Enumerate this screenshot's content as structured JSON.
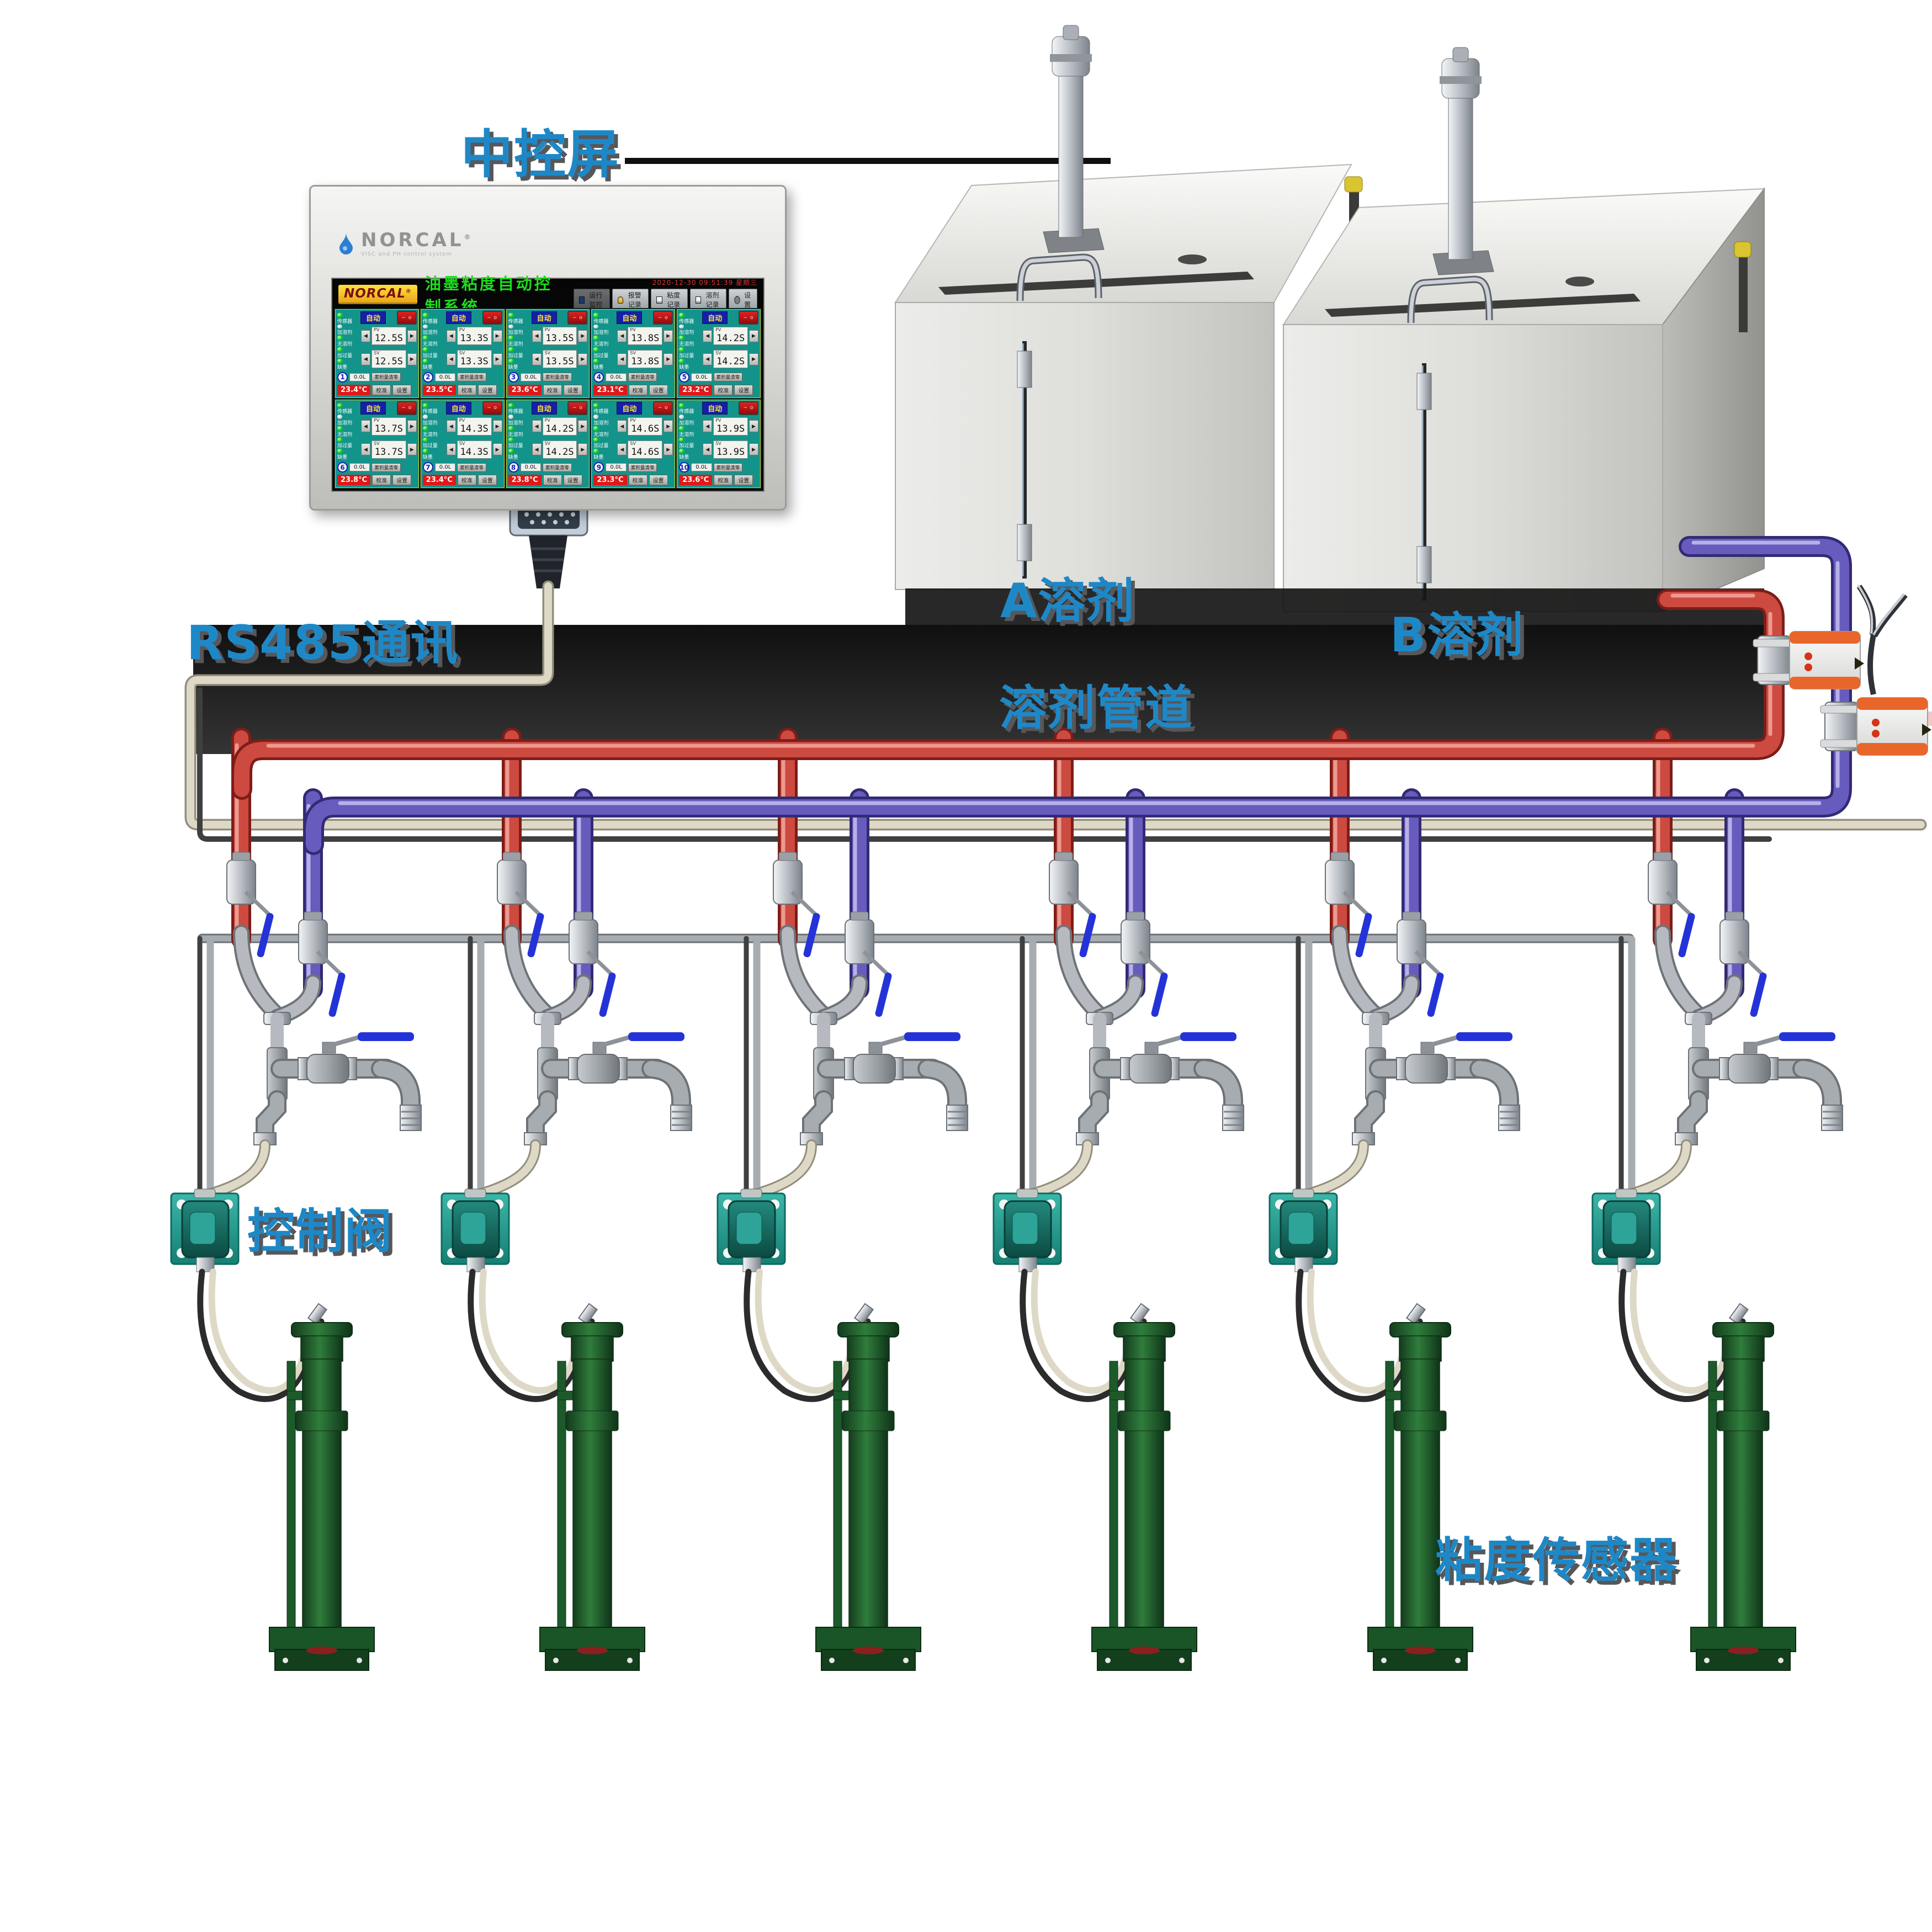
{
  "labels": {
    "central_screen": "中控屏",
    "rs485": "RS485通讯",
    "solvent_a": "A溶剂",
    "solvent_b": "B溶剂",
    "solvent_pipeline": "溶剂管道",
    "control_valve": "控制阀",
    "viscosity_sensor": "粘度传感器"
  },
  "monitor_brand": {
    "name": "NORCAL",
    "reg": "®",
    "tagline": "VISC and PH control system"
  },
  "hmi": {
    "logo": "NORCAL",
    "logo_reg": "®",
    "title": "油墨粘度自动控制系统",
    "datetime": "2020-12-30 09:51:39 星期三",
    "menu": [
      {
        "label": "运行监控"
      },
      {
        "label": "报警记录"
      },
      {
        "label": "粘度记录"
      },
      {
        "label": "溶剂记录"
      },
      {
        "label": "设置"
      }
    ],
    "panel_labels": {
      "sensor": "传感器",
      "add_solvent": "加溶剂",
      "no_solvent": "无溶剂",
      "over_add": "加过量",
      "low_ink": "缺墨",
      "auto": "自动",
      "rocker": "− o",
      "pv": "PV",
      "sv": "SV",
      "left_arrow": "◀",
      "right_arrow": "▶",
      "reset": "累积量清零",
      "calibrate": "校准",
      "setup": "设置"
    },
    "channels": [
      {
        "no": "1",
        "pv": "12.5S",
        "sv": "12.5S",
        "vol": "0.0L",
        "temp": "23.4°C"
      },
      {
        "no": "2",
        "pv": "13.3S",
        "sv": "13.3S",
        "vol": "0.0L",
        "temp": "23.5°C"
      },
      {
        "no": "3",
        "pv": "13.5S",
        "sv": "13.5S",
        "vol": "0.0L",
        "temp": "23.6°C"
      },
      {
        "no": "4",
        "pv": "13.8S",
        "sv": "13.8S",
        "vol": "0.0L",
        "temp": "23.1°C"
      },
      {
        "no": "5",
        "pv": "14.2S",
        "sv": "14.2S",
        "vol": "0.0L",
        "temp": "23.2°C"
      },
      {
        "no": "6",
        "pv": "13.7S",
        "sv": "13.7S",
        "vol": "0.0L",
        "temp": "23.8°C"
      },
      {
        "no": "7",
        "pv": "14.3S",
        "sv": "14.3S",
        "vol": "0.0L",
        "temp": "23.4°C"
      },
      {
        "no": "8",
        "pv": "14.2S",
        "sv": "14.2S",
        "vol": "0.0L",
        "temp": "23.8°C"
      },
      {
        "no": "9",
        "pv": "14.6S",
        "sv": "14.6S",
        "vol": "0.0L",
        "temp": "23.3°C"
      },
      {
        "no": "10",
        "pv": "13.9S",
        "sv": "13.9S",
        "vol": "0.0L",
        "temp": "23.6°C"
      }
    ]
  },
  "colors": {
    "accent_blue": "#1e88c7",
    "pipe_red": "#cc4a40",
    "pipe_purple": "#675bbd",
    "hose_beige": "#ded9c6",
    "control_valve_teal": "#1d8d80",
    "sensor_green": "#2a6e35",
    "actuator_orange": "#e8662a"
  }
}
